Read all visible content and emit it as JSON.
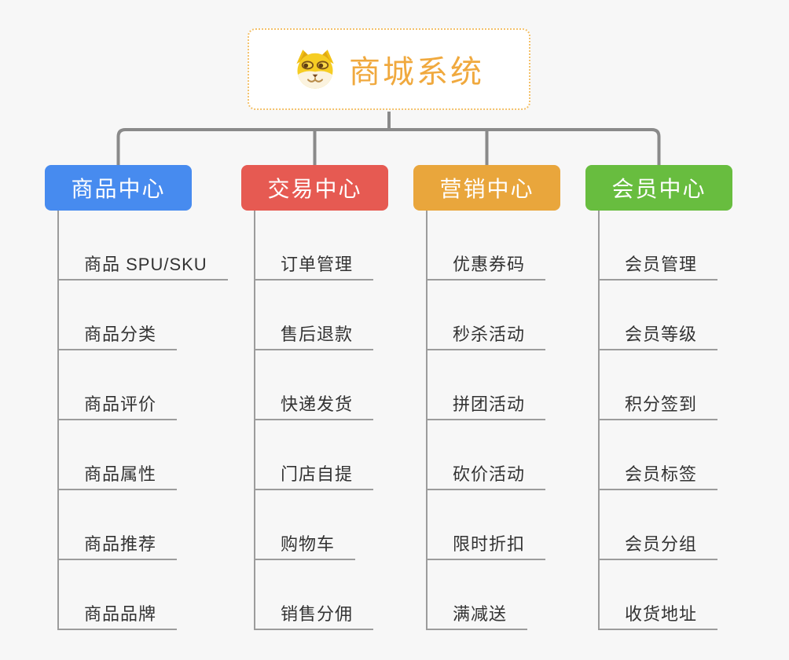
{
  "diagram": {
    "background_color": "#f7f7f7",
    "connector_color": "#8a8a8a",
    "leaf_line_color": "#9c9c9c",
    "root": {
      "title": "商城系统",
      "icon": "dog-face-icon",
      "text_color": "#f0a93e",
      "border_color": "#f3c16b"
    },
    "branches": [
      {
        "label": "商品中心",
        "color": "#478bef",
        "children": [
          "商品 SPU/SKU",
          "商品分类",
          "商品评价",
          "商品属性",
          "商品推荐",
          "商品品牌"
        ]
      },
      {
        "label": "交易中心",
        "color": "#e65a52",
        "children": [
          "订单管理",
          "售后退款",
          "快递发货",
          "门店自提",
          "购物车",
          "销售分佣"
        ]
      },
      {
        "label": "营销中心",
        "color": "#e9a63c",
        "children": [
          "优惠券码",
          "秒杀活动",
          "拼团活动",
          "砍价活动",
          "限时折扣",
          "满减送"
        ]
      },
      {
        "label": "会员中心",
        "color": "#68bd3f",
        "children": [
          "会员管理",
          "会员等级",
          "积分签到",
          "会员标签",
          "会员分组",
          "收货地址"
        ]
      }
    ]
  }
}
